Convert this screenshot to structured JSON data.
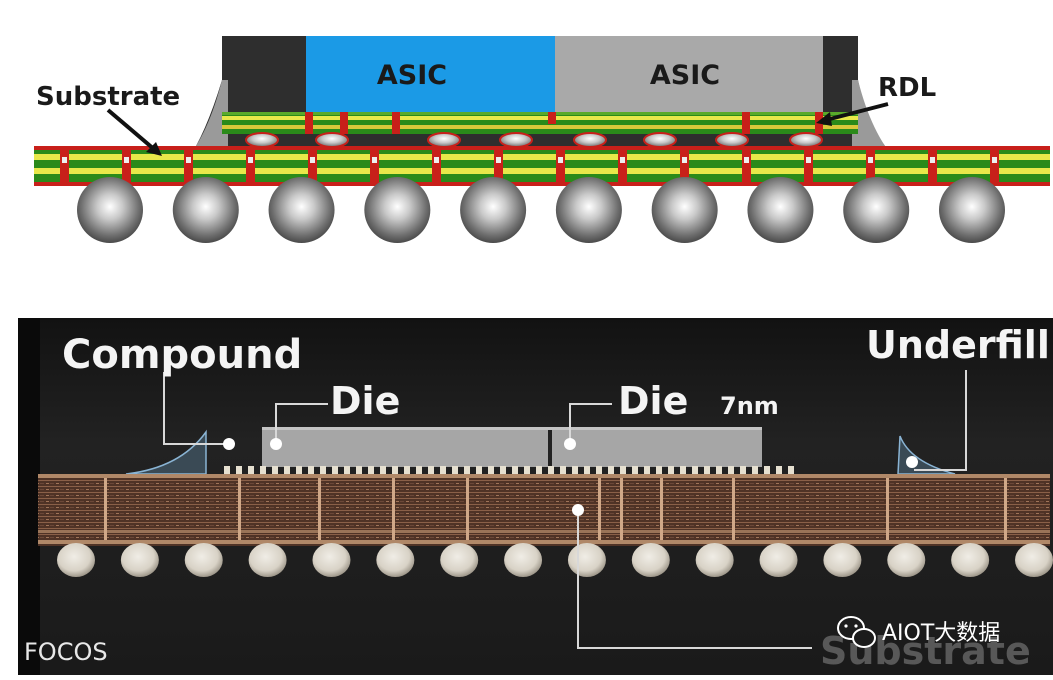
{
  "top_diagram": {
    "die_left_label": "ASIC",
    "die_right_label": "ASIC",
    "substrate_label": "Substrate",
    "rdl_label": "RDL",
    "solder_ball_count": 10,
    "colors": {
      "die_left": "#1b9ae6",
      "die_right": "#a9a9a9",
      "mold": "#2d2d2d",
      "layer_green": "#2a8a1a",
      "layer_yellow": "#e8e84a",
      "layer_red": "#c8201a",
      "solder_ball": "#9a9a9a"
    }
  },
  "bottom_photo": {
    "compound_label": "Compound",
    "die_left_label": "Die",
    "die_right_label": "Die",
    "node_label": "7nm",
    "underfill_label": "Underfill",
    "substrate_label": "Substrate",
    "brand_label": "FOCOS",
    "watermark_label": "AIOT大数据",
    "solder_ball_count": 16,
    "colors": {
      "background": "#1b1b1b",
      "die": "#a6a6a6",
      "substrate": "#5a3a2a",
      "annotation_line": "#d8d8d8",
      "underfill": "#7aa8c8"
    }
  }
}
